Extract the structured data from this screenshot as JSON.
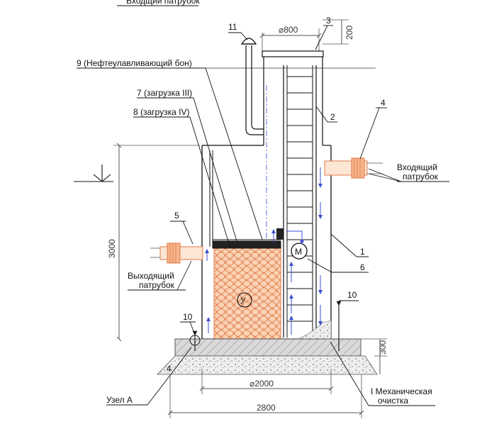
{
  "labels": {
    "top_cut": "Входщий патрубок",
    "callout_9": "9 (Нефтеулавливающий бон)",
    "callout_7": "7 (загрузка III)",
    "callout_8": "8 (загрузка IV)",
    "inlet_line1": "Входящий",
    "inlet_line2": "патрубок",
    "outlet_line1": "Выходящий",
    "outlet_line2": "патрубок",
    "node_a": "Узел А",
    "mech_line1": "I Механическая",
    "mech_line2": "очистка",
    "marker_m": "М",
    "marker_u": "У"
  },
  "numbers": {
    "n1": "1",
    "n2": "2",
    "n3": "3",
    "n4": "4",
    "n5": "5",
    "n6": "6",
    "n10a": "10",
    "n10b": "10",
    "n11": "11"
  },
  "dimensions": {
    "d800": "⌀800",
    "d200": "200",
    "d3000": "3000",
    "d300": "300",
    "d2000": "⌀2000",
    "d2800": "2800"
  },
  "colors": {
    "line": "#1a1a1a",
    "dim_line": "#555555",
    "pipe": "#f0a060",
    "media": "#f7b48a",
    "media_stroke": "#e07a4a",
    "flow_arrow": "#3a4fd0",
    "ground": "#c8c8c8"
  }
}
